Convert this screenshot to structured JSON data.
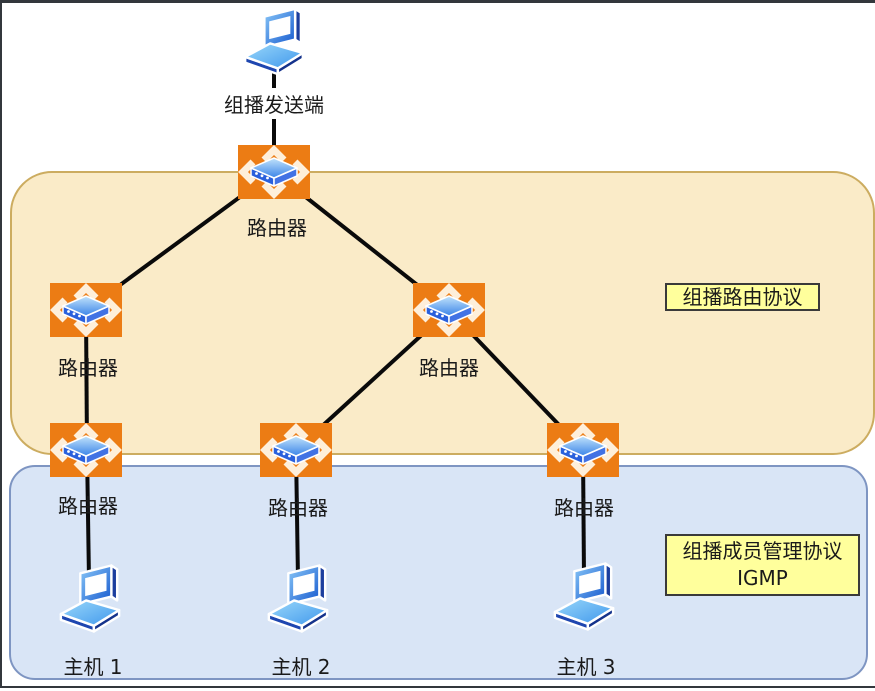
{
  "diagram": {
    "type": "network-topology",
    "regions": [
      {
        "id": "multicast-routing",
        "label": "组播路由协议",
        "fill": "#FAEBC8",
        "border": "#CCAC60"
      },
      {
        "id": "igmp",
        "label": "组播成员管理协议",
        "label_line2": "IGMP",
        "fill": "#D9E5F6",
        "border": "#7E95C2"
      }
    ],
    "badge_style": {
      "fill": "#FFFF9C",
      "border": "#3A3A3A"
    },
    "nodes": [
      {
        "id": "sender",
        "type": "laptop",
        "label": "组播发送端"
      },
      {
        "id": "router-core",
        "type": "router",
        "label": "路由器"
      },
      {
        "id": "router-mid-left",
        "type": "router",
        "label": "路由器"
      },
      {
        "id": "router-mid-right",
        "type": "router",
        "label": "路由器"
      },
      {
        "id": "router-edge-1",
        "type": "router",
        "label": "路由器"
      },
      {
        "id": "router-edge-2",
        "type": "router",
        "label": "路由器"
      },
      {
        "id": "router-edge-3",
        "type": "router",
        "label": "路由器"
      },
      {
        "id": "host-1",
        "type": "laptop",
        "label": "主机 1"
      },
      {
        "id": "host-2",
        "type": "laptop",
        "label": "主机 2"
      },
      {
        "id": "host-3",
        "type": "laptop",
        "label": "主机 3"
      }
    ],
    "edges": [
      {
        "from": "sender",
        "to": "router-core"
      },
      {
        "from": "router-core",
        "to": "router-mid-left"
      },
      {
        "from": "router-core",
        "to": "router-mid-right"
      },
      {
        "from": "router-mid-left",
        "to": "router-edge-1"
      },
      {
        "from": "router-mid-right",
        "to": "router-edge-2"
      },
      {
        "from": "router-mid-right",
        "to": "router-edge-3"
      },
      {
        "from": "router-edge-1",
        "to": "host-1"
      },
      {
        "from": "router-edge-2",
        "to": "host-2"
      },
      {
        "from": "router-edge-3",
        "to": "host-3"
      }
    ],
    "colors": {
      "line": "#0A0A0A",
      "router_orange": "#EC7C14",
      "laptop_blue": "#1B5FD6",
      "text": "#1A1A1A",
      "frame": "#33373C"
    }
  }
}
